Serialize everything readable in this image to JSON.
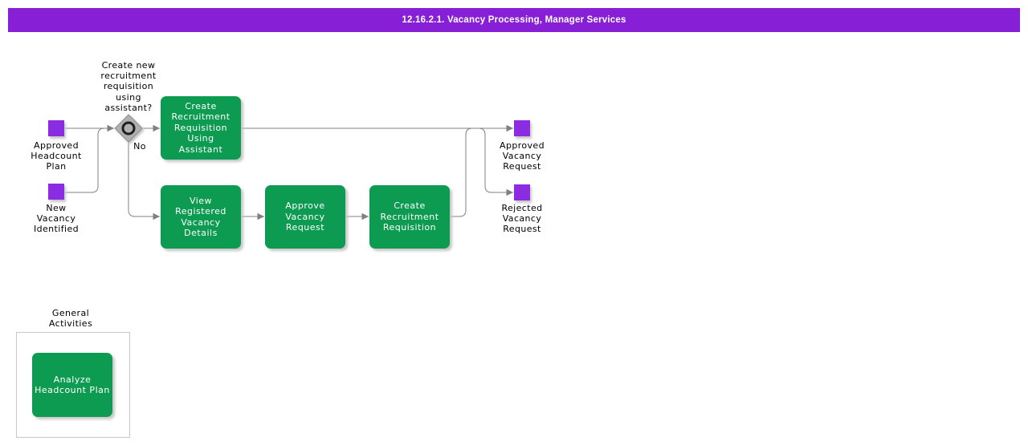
{
  "header": {
    "title": "12.16.2.1. Vacancy Processing, Manager Services"
  },
  "colors": {
    "header_bg": "#871fd6",
    "event": "#8b2be2",
    "task": "#0d9b51",
    "connector": "#808080",
    "diamond": "#b0b0b0"
  },
  "flow": {
    "events": [
      {
        "label": "Approved\nHeadcount\nPlan"
      },
      {
        "label": "New\nVacancy\nIdentified"
      },
      {
        "label": "Approved\nVacancy\nRequest"
      },
      {
        "label": "Rejected\nVacancy\nRequest"
      }
    ],
    "decision": {
      "question": "Create new\nrecruitment\nrequisition\nusing\nassistant?",
      "branch_label": "No"
    },
    "tasks": [
      {
        "label": "Create\nRecruitment\nRequisition\nUsing\nAssistant"
      },
      {
        "label": "View\nRegistered\nVacancy\nDetails"
      },
      {
        "label": "Approve\nVacancy\nRequest"
      },
      {
        "label": "Create\nRecruitment\nRequisition"
      }
    ]
  },
  "general": {
    "title": "General\nActivities",
    "tasks": [
      {
        "label": "Analyze\nHeadcount Plan"
      }
    ]
  }
}
